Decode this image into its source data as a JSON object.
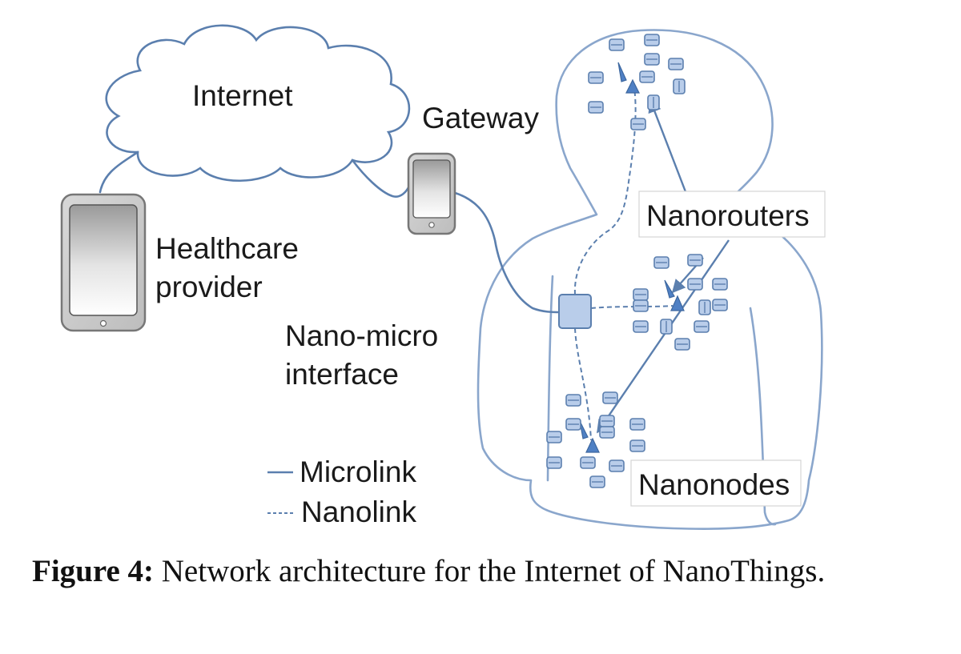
{
  "figure": {
    "labels": {
      "internet": "Internet",
      "gateway": "Gateway",
      "healthcare_line1": "Healthcare",
      "healthcare_line2": "provider",
      "nanorouters": "Nanorouters",
      "interface_line1": "Nano-micro",
      "interface_line2": "interface",
      "nanonodes": "Nanonodes"
    },
    "legend": {
      "microlink": "Microlink",
      "nanolink": "Nanolink"
    },
    "colors": {
      "link": "#5b7fae",
      "node_fill": "#b9cdea",
      "node_stroke": "#5b7fae",
      "router_fill": "#4f80c4",
      "body_outline": "#8aa6cc",
      "device_frame": "#777777",
      "text": "#1a1a1a"
    }
  },
  "caption": {
    "label": "Figure 4:",
    "text": "Network architecture for the Internet of NanoThings."
  }
}
